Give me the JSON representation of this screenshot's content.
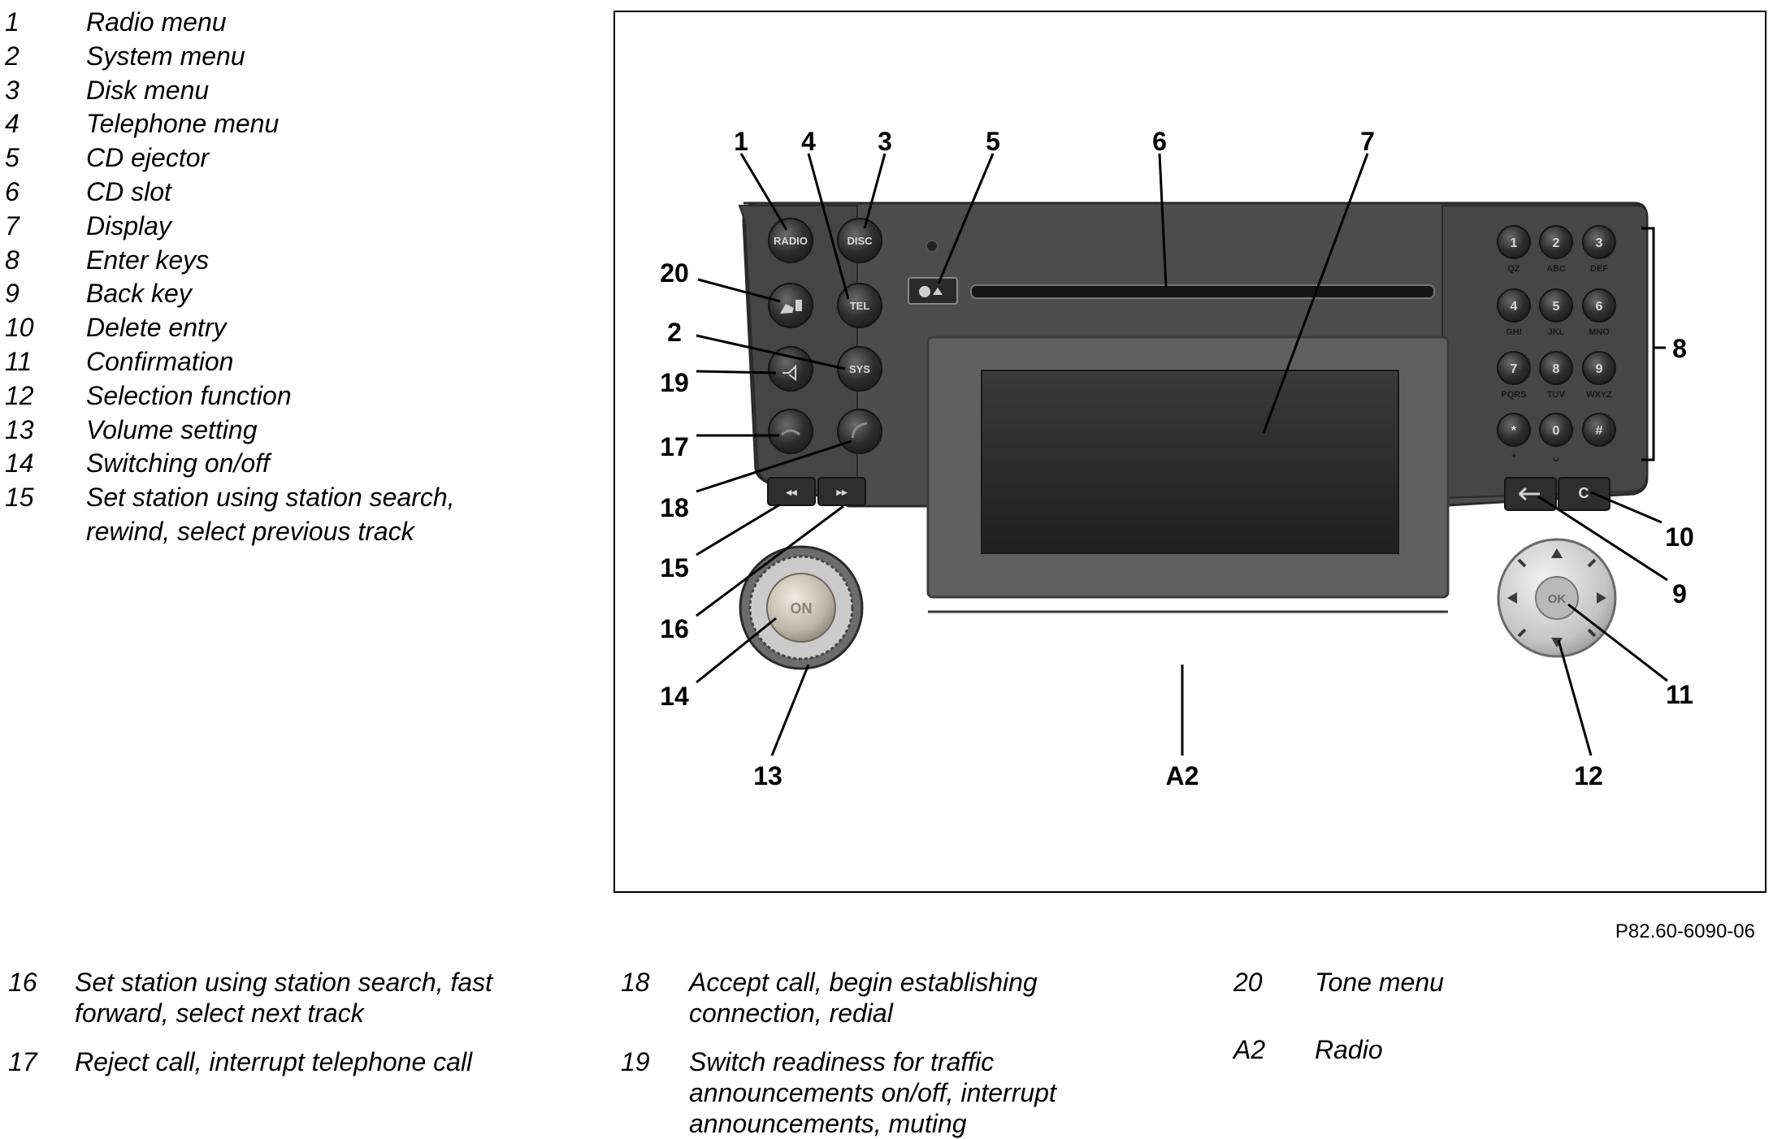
{
  "legend_top": [
    {
      "n": "1",
      "t": "Radio menu"
    },
    {
      "n": "2",
      "t": "System menu"
    },
    {
      "n": "3",
      "t": "Disk menu"
    },
    {
      "n": "4",
      "t": "Telephone menu"
    },
    {
      "n": "5",
      "t": "CD ejector"
    },
    {
      "n": "6",
      "t": "CD slot"
    },
    {
      "n": "7",
      "t": "Display"
    },
    {
      "n": "8",
      "t": "Enter keys"
    },
    {
      "n": "9",
      "t": "Back key"
    },
    {
      "n": "10",
      "t": "Delete entry"
    },
    {
      "n": "11",
      "t": "Confirmation"
    },
    {
      "n": "12",
      "t": "Selection function"
    },
    {
      "n": "13",
      "t": "Volume setting"
    },
    {
      "n": "14",
      "t": "Switching on/off"
    },
    {
      "n": "15",
      "t": "Set station using station search,",
      "t2": "rewind, select previous track"
    }
  ],
  "legend_bottom": {
    "col_a": [
      {
        "n": "16",
        "t": "Set station using station search, fast",
        "t2": "forward, select next track"
      },
      {
        "n": "17",
        "t": "Reject call, interrupt telephone call"
      }
    ],
    "col_b": [
      {
        "n": "18",
        "t": "Accept call, begin establishing",
        "t2": "connection, redial"
      },
      {
        "n": "19",
        "t": "Switch readiness for traffic",
        "t2": "announcements on/off, interrupt",
        "t3": "announcements, muting"
      }
    ],
    "col_c": [
      {
        "n": "20",
        "t": "Tone menu"
      },
      {
        "n": "A2",
        "t": "Radio"
      }
    ]
  },
  "figure_code": "P82.60-6090-06",
  "callouts": {
    "c1": "1",
    "c2": "2",
    "c3": "3",
    "c4": "4",
    "c5": "5",
    "c6": "6",
    "c7": "7",
    "c8": "8",
    "c9": "9",
    "c10": "10",
    "c11": "11",
    "c12": "12",
    "c13": "13",
    "c14": "14",
    "c15": "15",
    "c16": "16",
    "c17": "17",
    "c18": "18",
    "c19": "19",
    "c20": "20",
    "a2": "A2"
  },
  "button_labels": {
    "radio": "RADIO",
    "disc": "DISC",
    "tel": "TEL",
    "sys": "SYS",
    "on": "ON",
    "ok": "OK",
    "delete": "C",
    "keypad": [
      "1",
      "2",
      "3",
      "4",
      "5",
      "6",
      "7",
      "8",
      "9",
      "*",
      "0",
      "#"
    ],
    "keypad_sub": [
      "QZ",
      "ABC",
      "DEF",
      "GHI",
      "JKL",
      "MNO",
      "PQRS",
      "TUV",
      "WXYZ",
      "+",
      "␣",
      ""
    ]
  },
  "colors": {
    "housing": "#4a4a4a",
    "screen": "#272727",
    "bezel": "#5c5c5c",
    "button": "#2e2e2e",
    "knob": "#c9c2b6"
  }
}
